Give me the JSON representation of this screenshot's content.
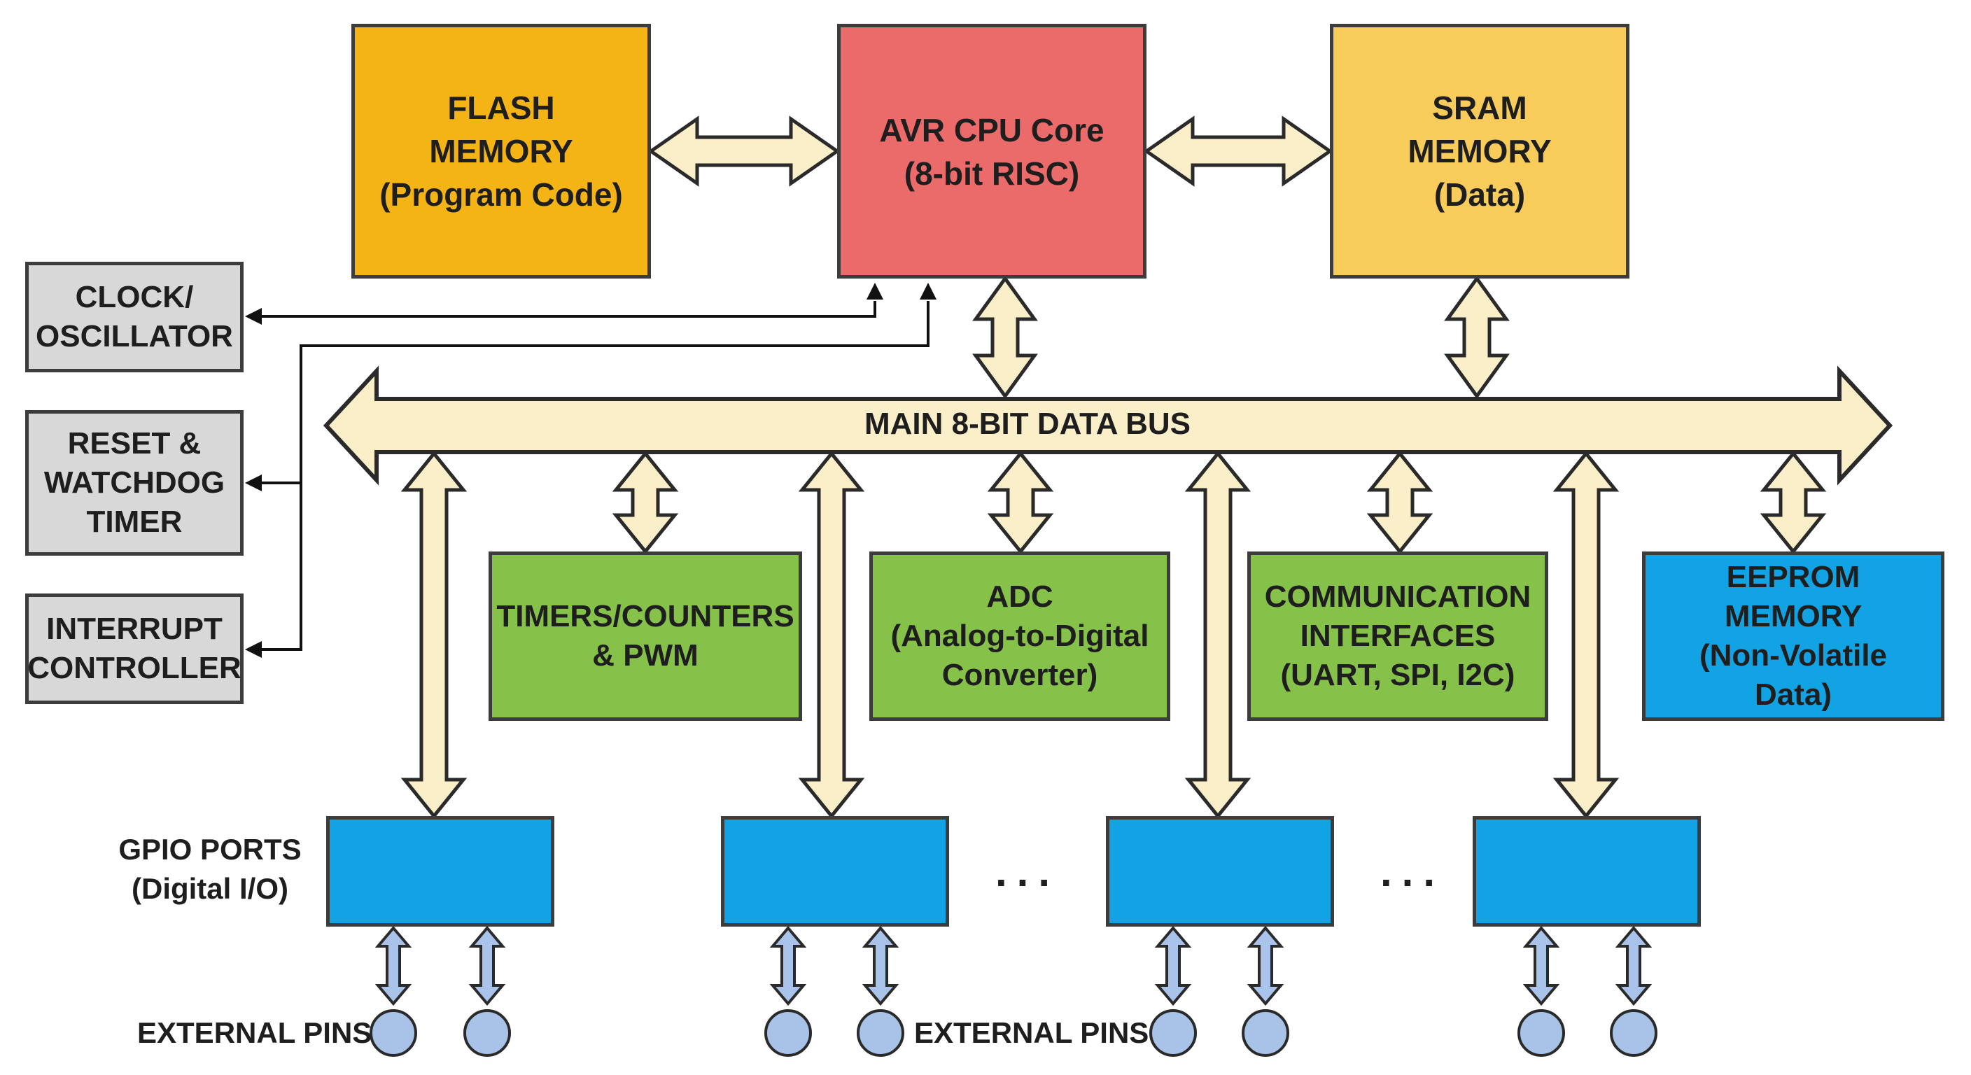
{
  "core": {
    "flash": [
      "FLASH",
      "MEMORY",
      "(Program Code)"
    ],
    "cpu": [
      "AVR CPU Core",
      "(8-bit RISC)"
    ],
    "sram": [
      "SRAM",
      "MEMORY",
      "(Data)"
    ]
  },
  "system_blocks": {
    "clock": [
      "CLOCK/",
      "OSCILLATOR"
    ],
    "reset": [
      "RESET &",
      "WATCHDOG",
      "TIMER"
    ],
    "interrupt": [
      "INTERRUPT",
      "CONTROLLER"
    ]
  },
  "bus": {
    "label": "MAIN 8-BIT DATA BUS"
  },
  "peripherals": {
    "timers": [
      "TIMERS/COUNTERS",
      "& PWM"
    ],
    "adc": [
      "ADC",
      "(Analog-to-Digital",
      "Converter)"
    ],
    "comm": [
      "COMMUNICATION",
      "INTERFACES",
      "(UART, SPI, I2C)"
    ],
    "eeprom": [
      "EEPROM",
      "MEMORY",
      "(Non-Volatile",
      "Data)"
    ]
  },
  "gpio": {
    "label": [
      "GPIO PORTS",
      "(Digital I/O)"
    ],
    "ellipsis": "...",
    "pins_label_left": "EXTERNAL PINS",
    "pins_label_mid": "EXTERNAL PINS"
  },
  "colors": {
    "flash": "#f4b415",
    "cpu": "#eb6a6a",
    "sram": "#f8cc5a",
    "system": "#d8d8d8",
    "peripheral": "#86c14a",
    "eeprom_gpio": "#11a3e4",
    "bus_arrow": "#fbefc9",
    "pin_arrow": "#aac3ea",
    "pin": "#a9c3e8"
  }
}
